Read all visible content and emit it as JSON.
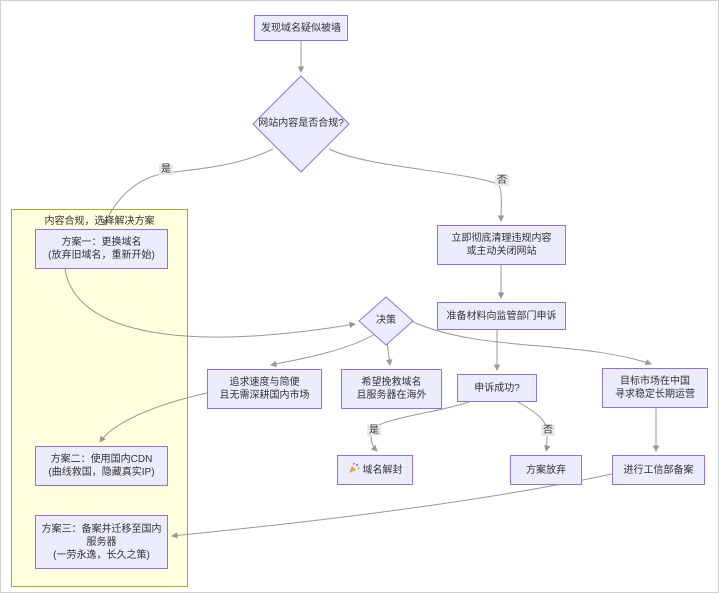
{
  "diagram": {
    "nodes": {
      "start": {
        "label": "发现域名疑似被墙"
      },
      "compliance_check": {
        "label": "网站内容是否合规?"
      },
      "cleanup": {
        "line1": "立即彻底清理违规内容",
        "line2": "或主动关闭网站"
      },
      "appeal": {
        "label": "准备材料向监管部门申诉"
      },
      "decision": {
        "label": "决策"
      },
      "speed": {
        "line1": "追求速度与简便",
        "line2": "且无需深耕国内市场"
      },
      "save_domain": {
        "line1": "希望挽救域名",
        "line2": "且服务器在海外"
      },
      "appeal_success": {
        "label": "申诉成功?"
      },
      "target_market": {
        "line1": "目标市场在中国",
        "line2": "寻求稳定长期运营"
      },
      "unblock": {
        "label": "域名解封",
        "icon": "party-popper"
      },
      "abandon": {
        "label": "方案放弃"
      },
      "beian": {
        "label": "进行工信部备案"
      },
      "plan1": {
        "line1": "方案一：更换域名",
        "line2": "(放弃旧域名，重新开始)"
      },
      "plan2": {
        "line1": "方案二：使用国内CDN",
        "line2": "(曲线救国，隐藏真实IP)"
      },
      "plan3": {
        "line1": "方案三：备案并迁移至国内",
        "line2": "服务器",
        "line3": "(一劳永逸，长久之策)"
      }
    },
    "subgraph": {
      "title": "内容合规，选择解决方案"
    },
    "edge_labels": {
      "compliant_yes": "是",
      "compliant_no": "否",
      "appeal_yes": "是",
      "appeal_no": "否"
    },
    "colors": {
      "node_fill": "#ECECFF",
      "node_border": "#9370DB",
      "subgraph_fill": "#FFFFDE",
      "subgraph_border": "#AAAA33",
      "edge": "#999999",
      "label_bg": "#e8e8e8",
      "text": "#333333"
    }
  }
}
